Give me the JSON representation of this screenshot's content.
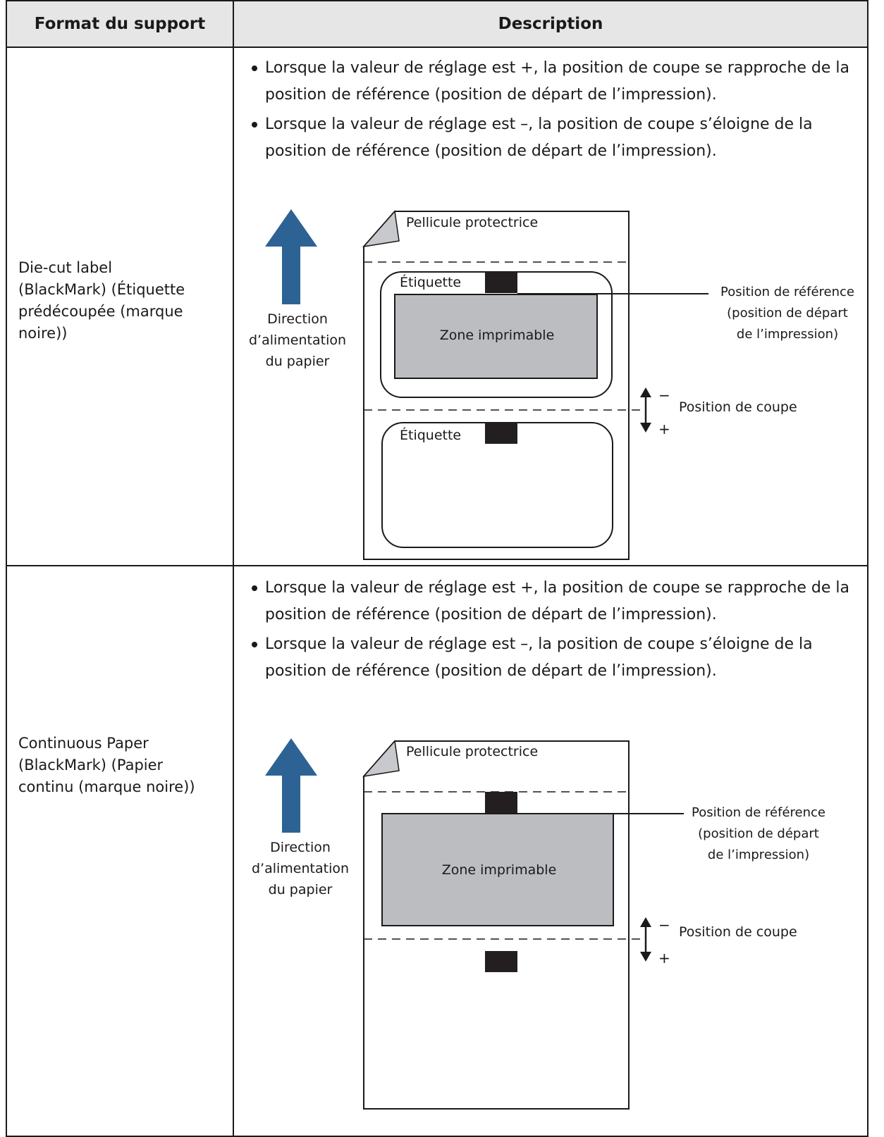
{
  "header": {
    "col1": "Format du support",
    "col2": "Description"
  },
  "rows": [
    {
      "format_lines": [
        "Die-cut label",
        "(BlackMark) (Étiquette",
        "prédécoupée (marque",
        "noire))"
      ],
      "bullets": [
        "Lorsque la valeur de réglage est +, la position de coupe se rapproche de la position de référence (position de départ de l’impression).",
        "Lorsque la valeur de réglage est –, la position de coupe s’éloigne de la position de référence (position de départ de l’impression)."
      ],
      "diagram": {
        "liner_label": "Pellicule protectrice",
        "label1": "Étiquette",
        "label2": "Étiquette",
        "printable": "Zone imprimable",
        "ref_lines": [
          "Position de référence",
          "(position de départ",
          "de l’impression)"
        ],
        "cut_label": "Position de coupe",
        "minus": "−",
        "plus": "+",
        "feed_lines": [
          "Direction",
          "d’alimentation",
          "du papier"
        ],
        "arrow_color": "#2d6394"
      }
    },
    {
      "format_lines": [
        "Continuous Paper",
        "(BlackMark) (Papier",
        "continu (marque noire))"
      ],
      "bullets": [
        "Lorsque la valeur de réglage est +, la position de coupe se rapproche de la position de référence (position de départ de l’impression).",
        "Lorsque la valeur de réglage est –, la position de coupe s’éloigne de la position de référence (position de départ de l’impression)."
      ],
      "diagram": {
        "liner_label": "Pellicule protectrice",
        "printable": "Zone imprimable",
        "ref_lines": [
          "Position de référence",
          "(position de départ",
          "de l’impression)"
        ],
        "cut_label": "Position de coupe",
        "minus": "−",
        "plus": "+",
        "feed_lines": [
          "Direction",
          "d’alimentation",
          "du papier"
        ],
        "arrow_color": "#2d6394"
      }
    }
  ]
}
